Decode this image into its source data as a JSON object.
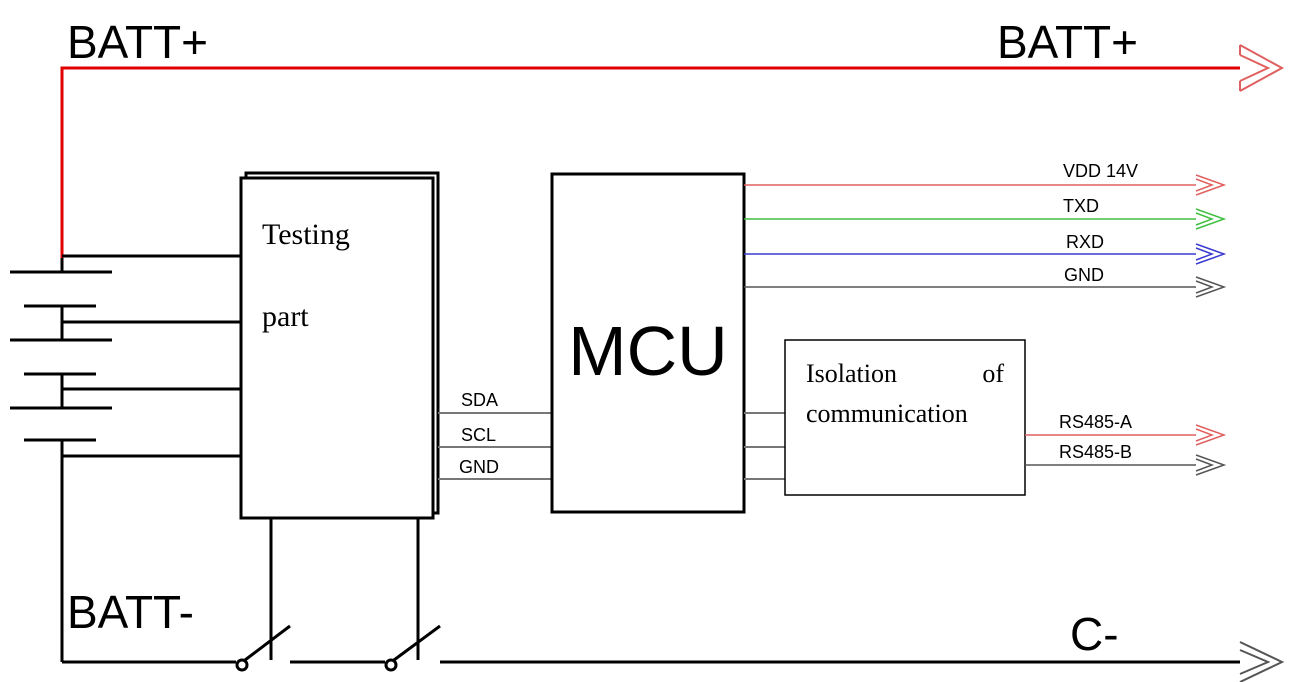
{
  "labels": {
    "batt_plus_left": "BATT+",
    "batt_plus_right": "BATT+",
    "batt_minus": "BATT-",
    "c_minus": "C-",
    "mcu": "MCU",
    "testing_line1": "Testing",
    "testing_line2": "part",
    "isolation_line1_a": "Isolation",
    "isolation_line1_b": "of",
    "isolation_line2": "communication"
  },
  "bus_signals": [
    "SDA",
    "SCL",
    "GND"
  ],
  "outputs": [
    {
      "label": "VDD 14V",
      "color": "#e06060"
    },
    {
      "label": "TXD",
      "color": "#40c040"
    },
    {
      "label": "RXD",
      "color": "#3a3ad0"
    },
    {
      "label": "GND",
      "color": "#555555"
    }
  ],
  "rs485_outputs": [
    {
      "label": "RS485-A",
      "color": "#e06060"
    },
    {
      "label": "RS485-B",
      "color": "#555555"
    }
  ],
  "colors": {
    "batt_plus_wire": "#e00000",
    "arrow_red": "#e06060",
    "bus_wire": "#777777",
    "main_wire": "#000000"
  }
}
